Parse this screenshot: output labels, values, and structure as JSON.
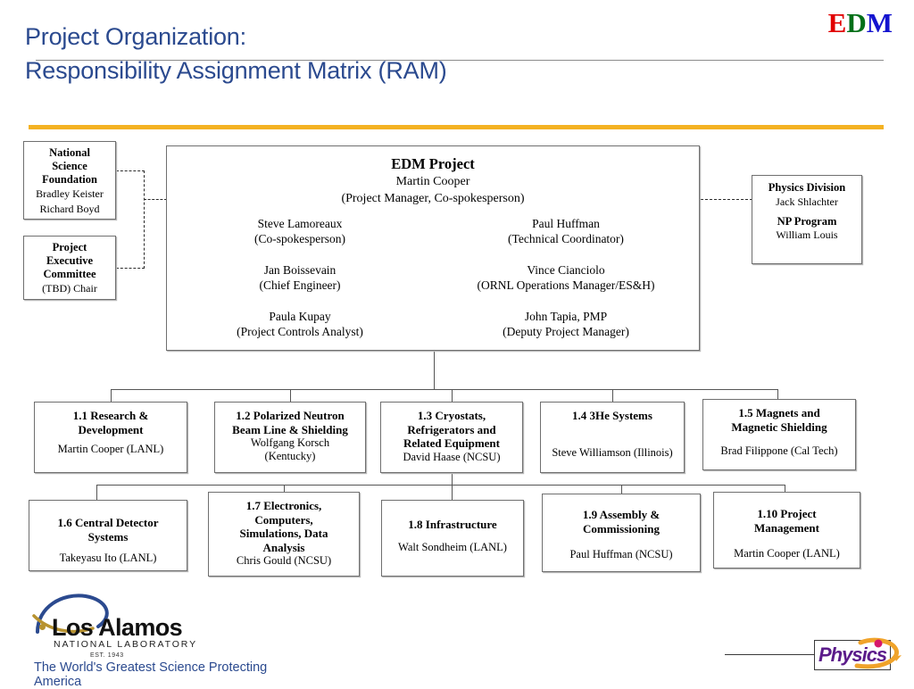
{
  "slide": {
    "title_line1": "Project Organization:",
    "title_line2": "Responsibility Assignment Matrix (RAM)",
    "accent_color": "#f4b223",
    "title_color": "#2b4a8f"
  },
  "edm_logo": {
    "e": "E",
    "d": "D",
    "m": "M"
  },
  "nsf_box": {
    "heading": "National\nScience\nFoundation",
    "person1": "Bradley Keister",
    "person2": "Richard Boyd"
  },
  "pec_box": {
    "heading": "Project\nExecutive\nCommittee",
    "person1": "(TBD) Chair"
  },
  "physics_division_box": {
    "heading1": "Physics Division",
    "person1": "Jack Shlachter",
    "heading2": "NP Program",
    "person2": "William Louis"
  },
  "main_box": {
    "title": "EDM Project",
    "lead_name": "Martin Cooper",
    "lead_role": "(Project Manager, Co-spokesperson)",
    "left_column": [
      {
        "name": "Steve Lamoreaux",
        "role": "(Co-spokesperson)"
      },
      {
        "name": "Jan Boissevain",
        "role": "(Chief Engineer)"
      },
      {
        "name": "Paula Kupay",
        "role": "(Project Controls Analyst)"
      }
    ],
    "right_column": [
      {
        "name": "Paul Huffman",
        "role": "(Technical Coordinator)"
      },
      {
        "name": "Vince Cianciolo",
        "role": "(ORNL Operations Manager/ES&H)"
      },
      {
        "name": "John Tapia, PMP",
        "role": "(Deputy Project Manager)"
      }
    ]
  },
  "wbs_row1": [
    {
      "id": "1.1",
      "heading": "1.1 Research &\nDevelopment",
      "person": "Martin Cooper (LANL)"
    },
    {
      "id": "1.2",
      "heading": "1.2 Polarized Neutron\nBeam Line  & Shielding",
      "person": "Wolfgang Korsch\n(Kentucky)"
    },
    {
      "id": "1.3",
      "heading": "1.3 Cryostats,\nRefrigerators and\nRelated Equipment",
      "person": "David Haase (NCSU)"
    },
    {
      "id": "1.4",
      "heading": "1.4 3He Systems",
      "person": "Steve Williamson (Illinois)"
    },
    {
      "id": "1.5",
      "heading": "1.5 Magnets and\nMagnetic Shielding",
      "person": "Brad Filippone (Cal Tech)"
    }
  ],
  "wbs_row2": [
    {
      "id": "1.6",
      "heading": "1.6 Central Detector\nSystems",
      "person": "Takeyasu Ito (LANL)"
    },
    {
      "id": "1.7",
      "heading": "1.7 Electronics,\nComputers,\nSimulations, Data\nAnalysis",
      "person": "Chris Gould (NCSU)"
    },
    {
      "id": "1.8",
      "heading": "1.8 Infrastructure",
      "person": "Walt Sondheim (LANL)"
    },
    {
      "id": "1.9",
      "heading": "1.9 Assembly &\nCommissioning",
      "person": "Paul Huffman (NCSU)"
    },
    {
      "id": "1.10",
      "heading": "1.10 Project\nManagement",
      "person": "Martin Cooper (LANL)"
    }
  ],
  "lanl_logo": {
    "wordmark": "Los Alamos",
    "subtitle": "NATIONAL LABORATORY",
    "established": "EST. 1943",
    "tagline": "The World's Greatest Science Protecting America",
    "tagline_color": "#2b4a8f"
  },
  "physics_logo": {
    "word": "Physics",
    "word_color": "#5b1b8a",
    "swoosh_color": "#f0a32a",
    "ball_color": "#d6186b"
  }
}
